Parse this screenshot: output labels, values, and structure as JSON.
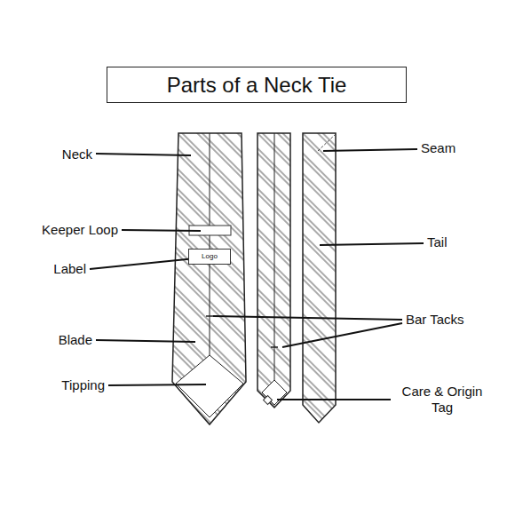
{
  "diagram": {
    "title": "Parts of a Neck Tie",
    "nodes": [
      {
        "text": [
          "Logo"
        ]
      }
    ],
    "labels": [
      "Neck",
      "Keeper Loop",
      "Label",
      "Blade",
      "Tipping",
      "Seam",
      "Tail",
      "Bar Tacks",
      "Care & Origin Tag"
    ]
  }
}
